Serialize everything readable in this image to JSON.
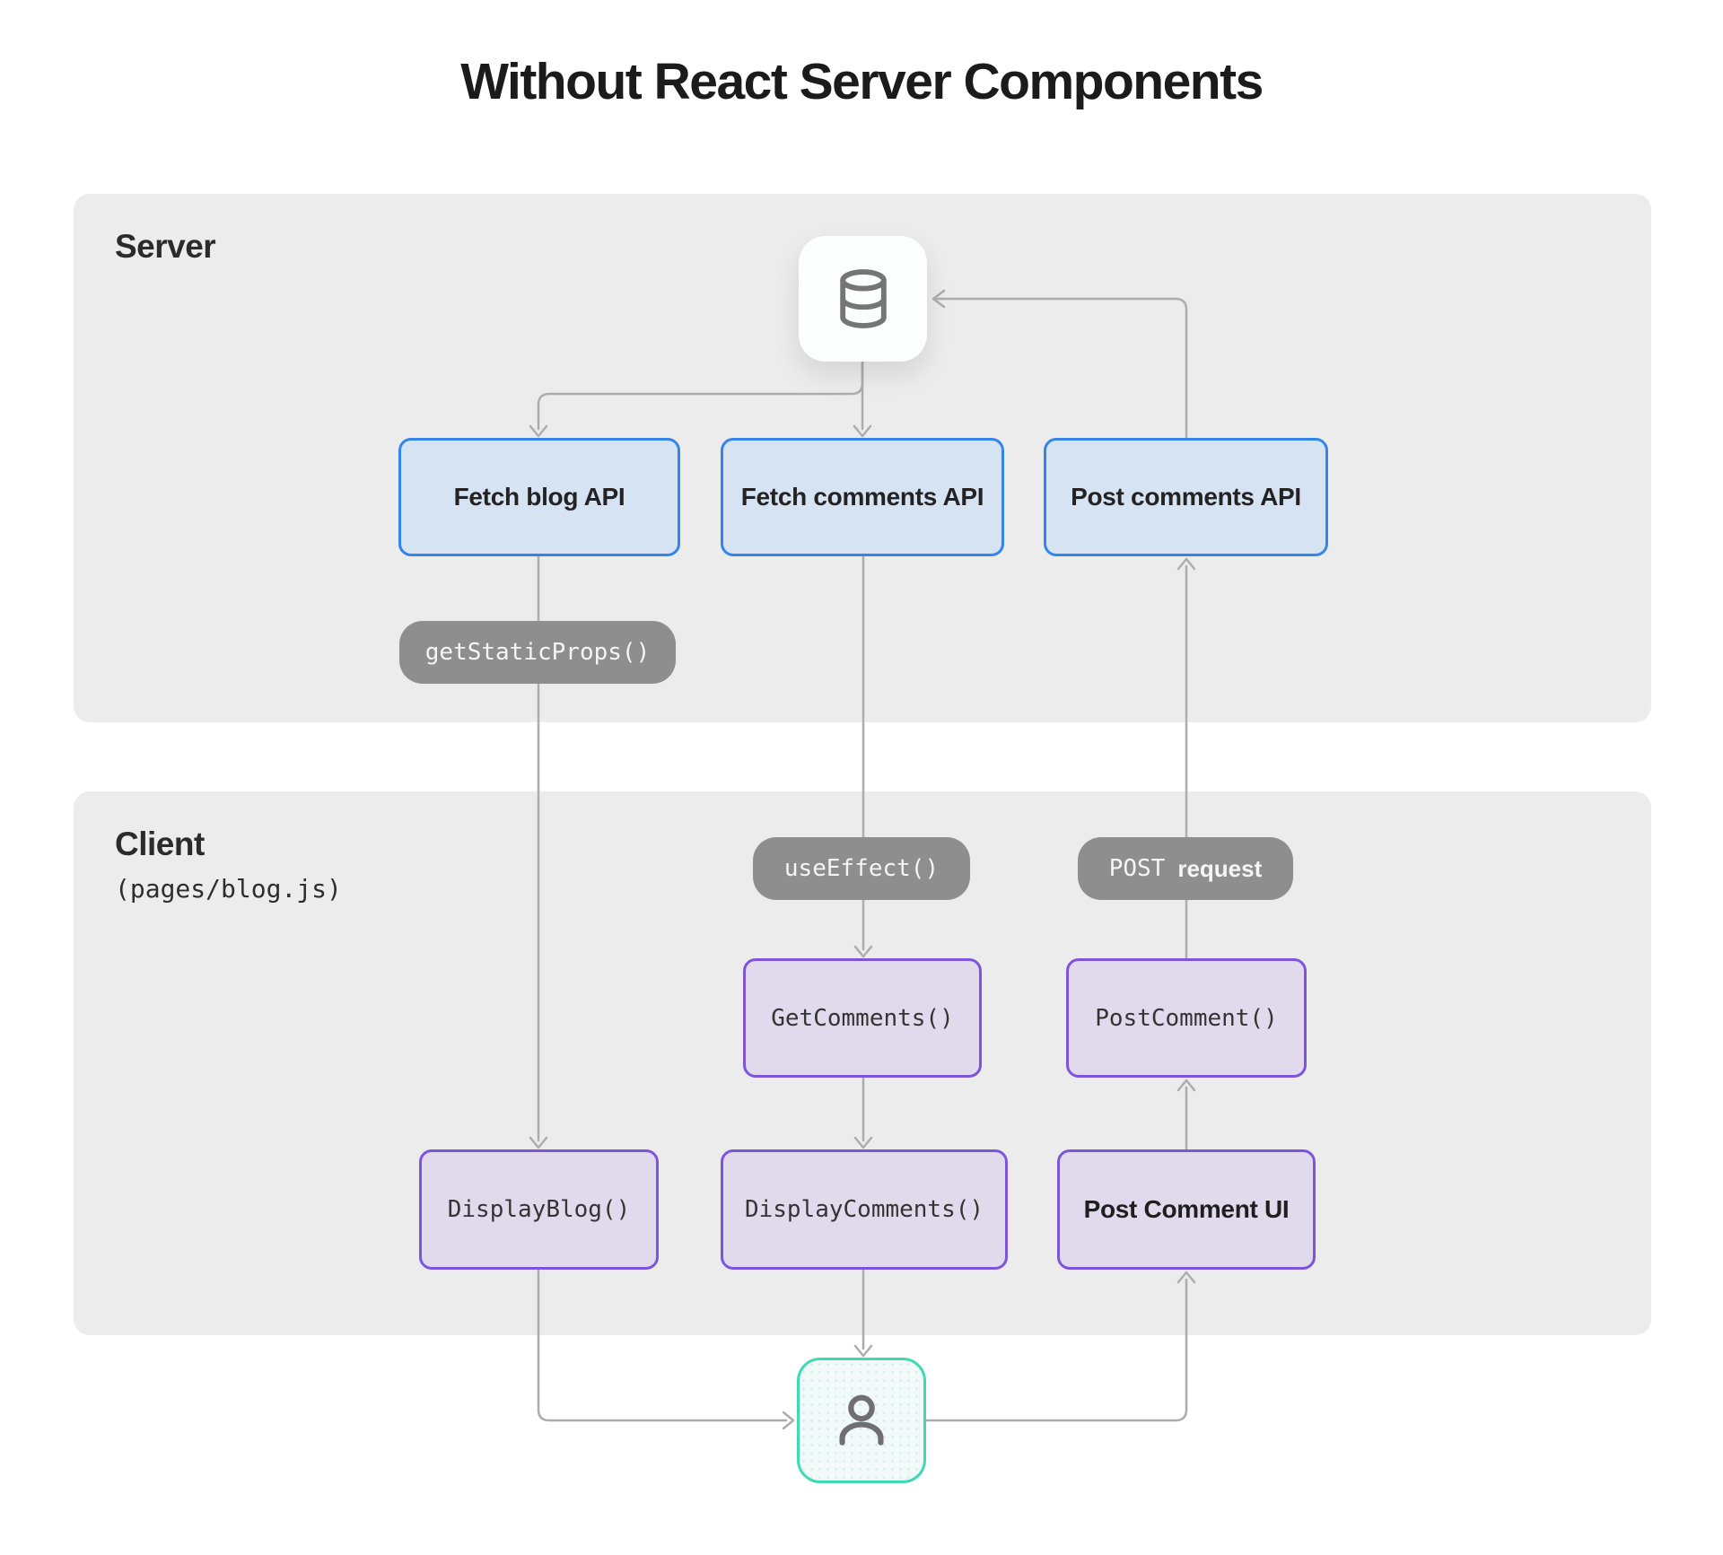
{
  "title": "Without React Server Components",
  "server": {
    "label": "Server",
    "database_icon": "database",
    "boxes": {
      "fetch_blog": "Fetch blog API",
      "fetch_comments": "Fetch comments API",
      "post_comments": "Post comments API"
    },
    "pill_get_static_props": "getStaticProps()"
  },
  "client": {
    "label": "Client",
    "sublabel": "(pages/blog.js)",
    "pill_use_effect": "useEffect()",
    "pill_post_word": "POST",
    "pill_request_word": "request",
    "boxes": {
      "get_comments": "GetComments()",
      "post_comment": "PostComment()",
      "display_blog": "DisplayBlog()",
      "display_comments": "DisplayComments()",
      "post_comment_ui": "Post Comment UI"
    },
    "user_icon": "user"
  },
  "colors": {
    "panel_bg": "#ECECEC",
    "blue_box_fill": "#D6E3F3",
    "blue_box_border": "#3485EA",
    "purple_box_fill": "#E1DAED",
    "purple_box_border": "#7D55DC",
    "pill_bg": "#8E8E8E",
    "connector_line": "#ADADAD",
    "user_card_border": "#3FD9B2",
    "db_icon_stroke": "#757575",
    "title_text": "#1B1B1B"
  }
}
